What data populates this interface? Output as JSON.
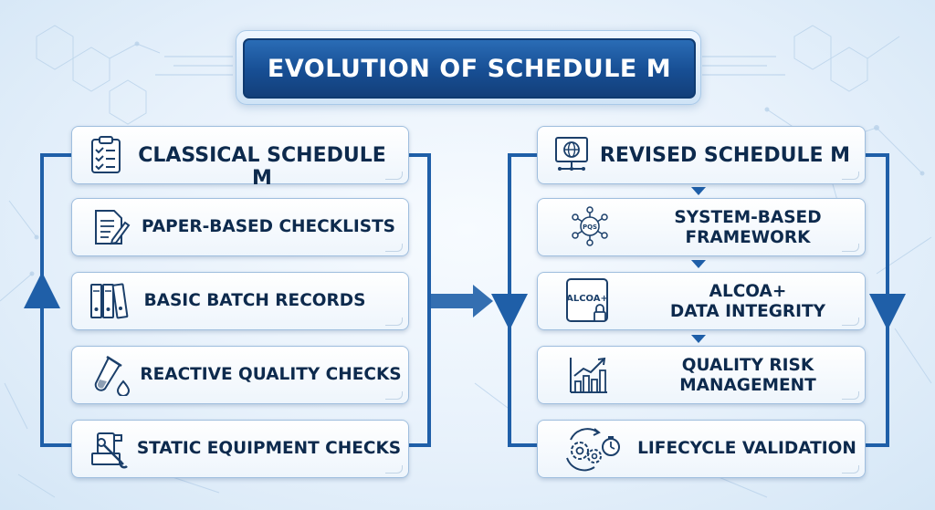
{
  "title": "EVOLUTION OF SCHEDULE M",
  "left": {
    "header": "CLASSICAL SCHEDULE M",
    "items": [
      {
        "label": "PAPER-BASED CHECKLISTS",
        "icon": "document-pen-icon"
      },
      {
        "label": "BASIC BATCH RECORDS",
        "icon": "binders-icon"
      },
      {
        "label": "REACTIVE QUALITY CHECKS",
        "icon": "test-tube-icon"
      },
      {
        "label": "STATIC EQUIPMENT CHECKS",
        "icon": "machine-wrench-icon"
      }
    ]
  },
  "right": {
    "header": "REVISED SCHEDULE M",
    "items": [
      {
        "line1": "SYSTEM-BASED",
        "line2": "FRAMEWORK",
        "icon": "network-pqs-icon",
        "icon_text": "PQS"
      },
      {
        "line1": "ALCOA+",
        "line2": "DATA INTEGRITY",
        "icon": "tablet-lock-icon",
        "icon_text": "ALCOA+"
      },
      {
        "line1": "QUALITY RISK",
        "line2": "MANAGEMENT",
        "icon": "bar-chart-icon"
      },
      {
        "line1": "LIFECYCLE VALIDATION",
        "line2": "",
        "icon": "gears-cycle-icon"
      }
    ]
  },
  "colors": {
    "title_bg": "#174e93",
    "text": "#0d2a4d",
    "arrow": "#1f5fa8",
    "card_border": "#9fbede"
  }
}
